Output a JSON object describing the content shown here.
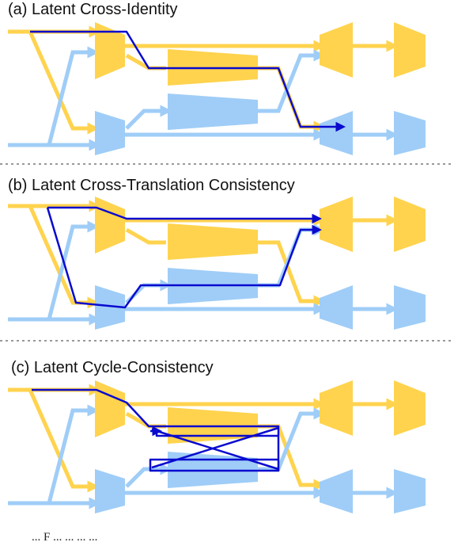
{
  "panels": [
    {
      "title": "(a) Latent Cross-Identity"
    },
    {
      "title": "(b) Latent Cross-Translation Consistency"
    },
    {
      "title": "(c) Latent Cycle-Consistency"
    }
  ],
  "caption_fragment": "... F ... ... ... ...",
  "colors": {
    "yellow": "#FFD34E",
    "blue": "#9FCDF7",
    "path": "#0A0ACF",
    "divider": "#999999"
  }
}
